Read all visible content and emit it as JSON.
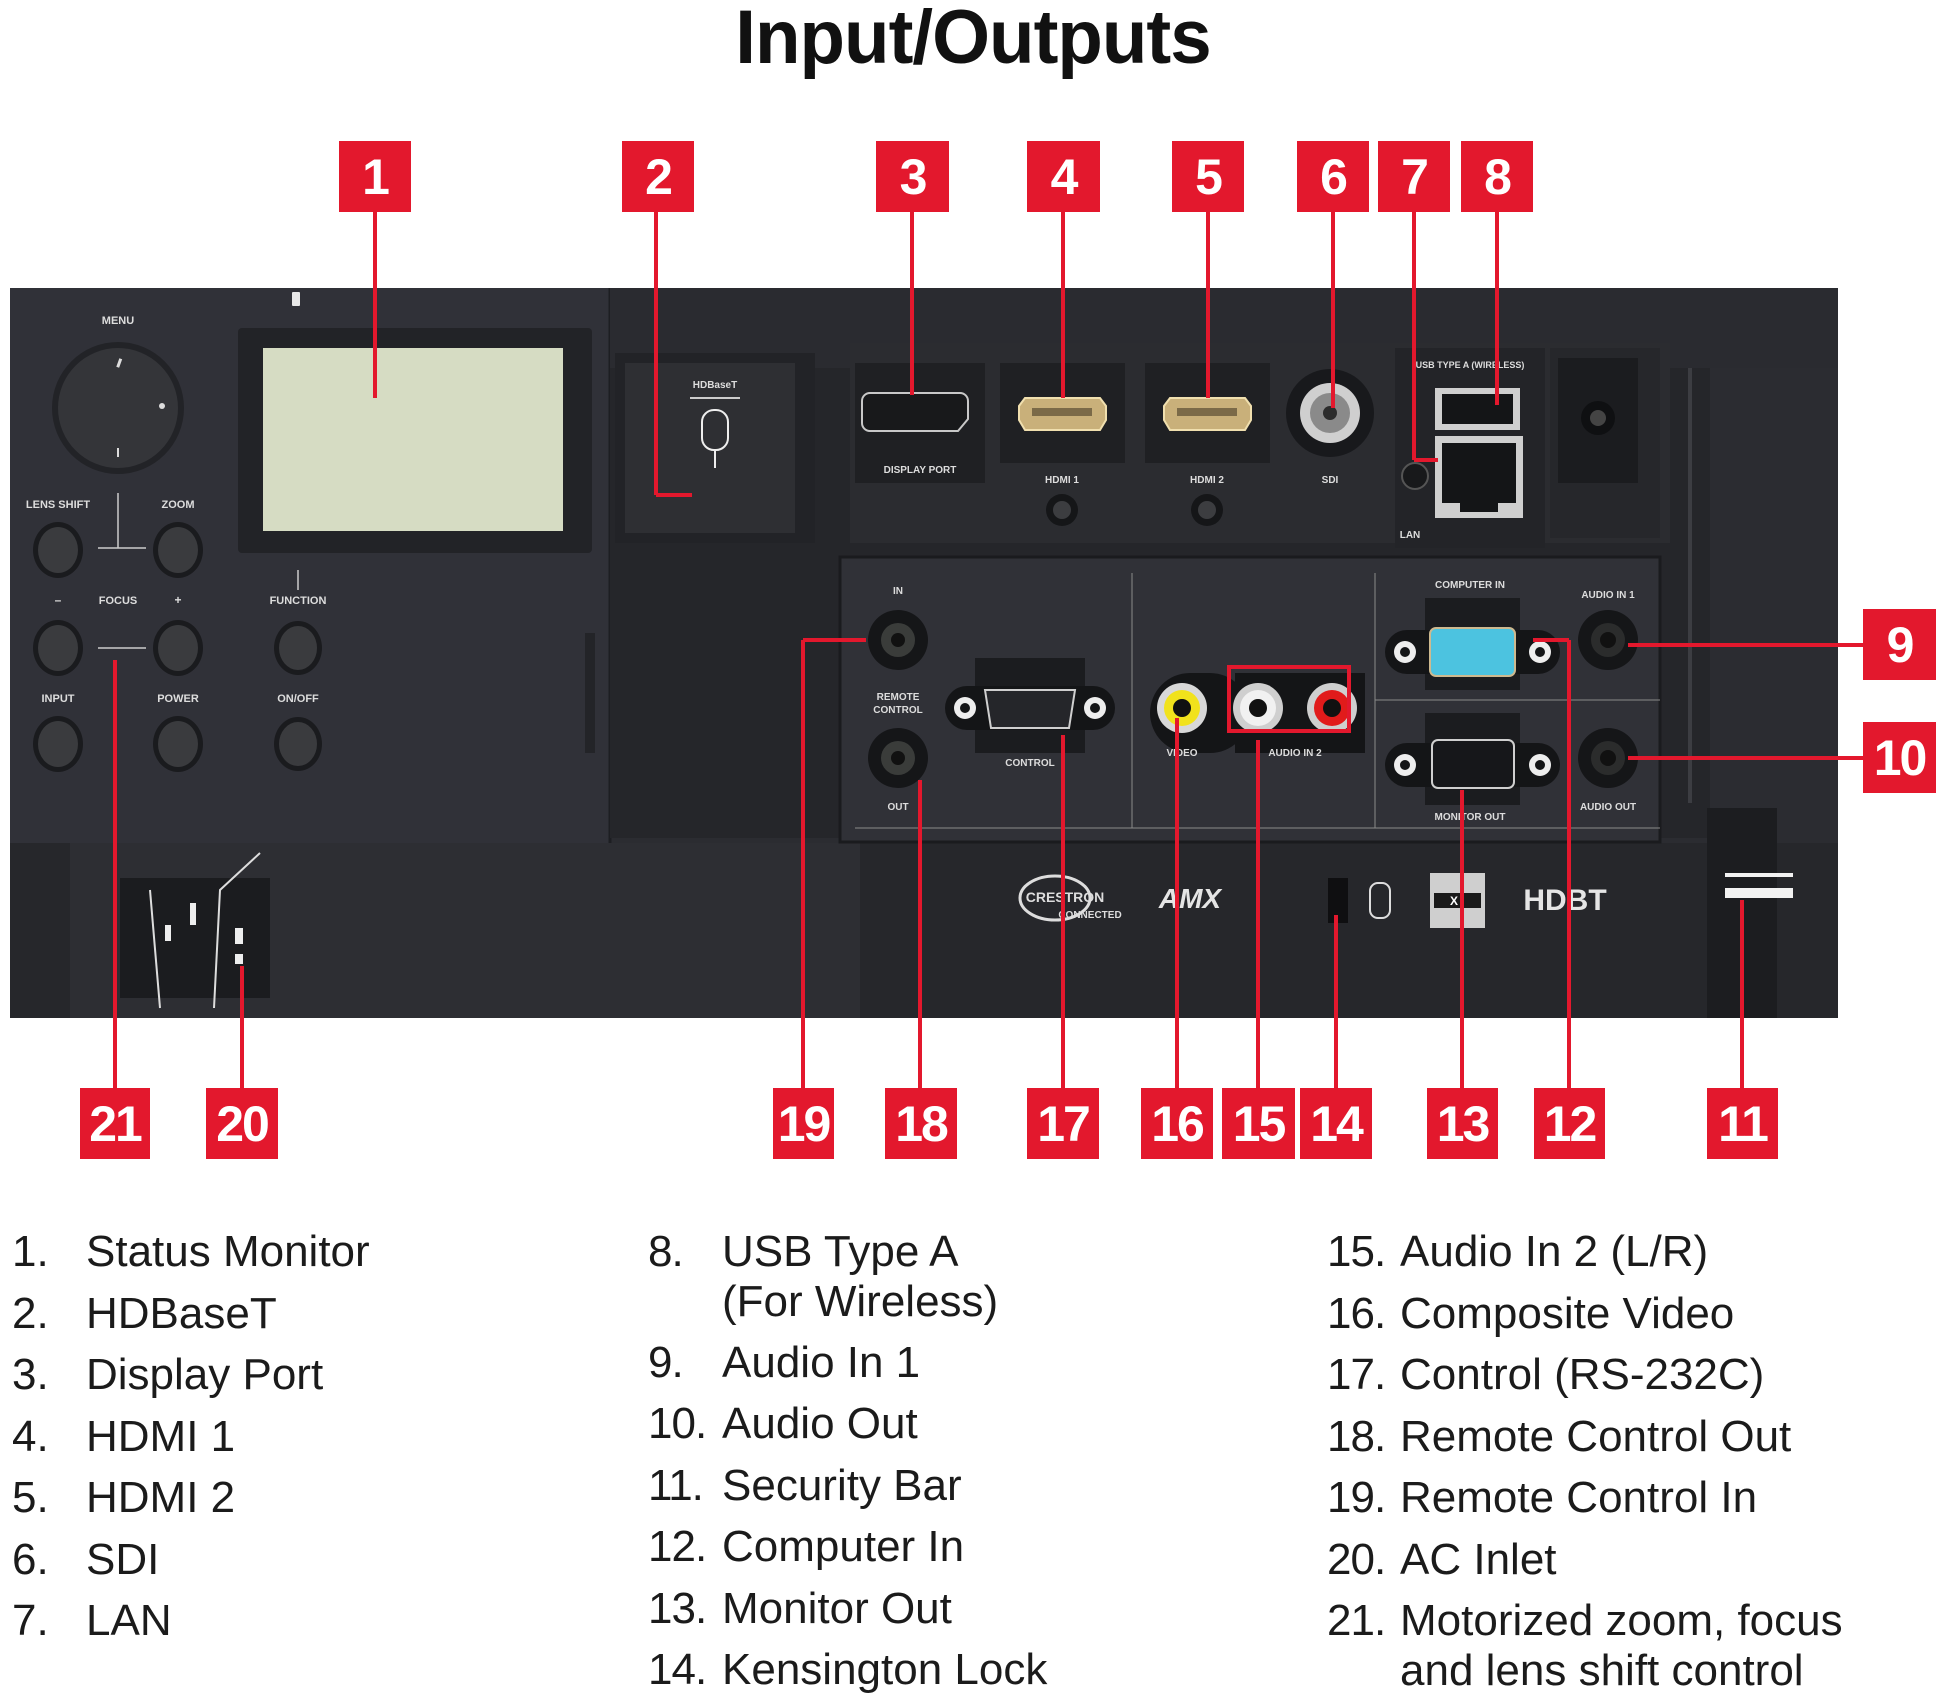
{
  "title": "Input/Outputs",
  "callouts": {
    "c1": "1",
    "c2": "2",
    "c3": "3",
    "c4": "4",
    "c5": "5",
    "c6": "6",
    "c7": "7",
    "c8": "8",
    "c9": "9",
    "c10": "10",
    "c11": "11",
    "c12": "12",
    "c13": "13",
    "c14": "14",
    "c15": "15",
    "c16": "16",
    "c17": "17",
    "c18": "18",
    "c19": "19",
    "c20": "20",
    "c21": "21"
  },
  "legend": {
    "col1": [
      {
        "num": "1.",
        "text": "Status Monitor"
      },
      {
        "num": "2.",
        "text": "HDBaseT"
      },
      {
        "num": "3.",
        "text": "Display Port"
      },
      {
        "num": "4.",
        "text": "HDMI 1"
      },
      {
        "num": "5.",
        "text": "HDMI 2"
      },
      {
        "num": "6.",
        "text": "SDI"
      },
      {
        "num": "7.",
        "text": "LAN"
      }
    ],
    "col2": [
      {
        "num": "8.",
        "text": "USB Type A",
        "text2": "(For Wireless)"
      },
      {
        "num": "9.",
        "text": "Audio In 1"
      },
      {
        "num": "10.",
        "text": "Audio Out"
      },
      {
        "num": "11.",
        "text": "Security Bar"
      },
      {
        "num": "12.",
        "text": "Computer In"
      },
      {
        "num": "13.",
        "text": "Monitor Out"
      },
      {
        "num": "14.",
        "text": "Kensington Lock"
      }
    ],
    "col3": [
      {
        "num": "15.",
        "text": "Audio In 2 (L/R)"
      },
      {
        "num": "16.",
        "text": "Composite Video"
      },
      {
        "num": "17.",
        "text": "Control (RS-232C)"
      },
      {
        "num": "18.",
        "text": "Remote Control Out"
      },
      {
        "num": "19.",
        "text": "Remote Control In"
      },
      {
        "num": "20.",
        "text": "AC Inlet"
      },
      {
        "num": "21.",
        "text": "Motorized zoom, focus",
        "text2": "and lens shift control"
      }
    ]
  },
  "panel_logos": {
    "amx": "AMX",
    "hdbt": "HDBT",
    "crestron": "CRESTRON"
  },
  "colors": {
    "callout_red": "#e3182d",
    "panel": "#2b2c31",
    "vga_in": "#4cc3e0",
    "rca_yellow": "#f1e21c",
    "rca_red": "#e11b1b",
    "lcd": "#d6dcc3"
  }
}
